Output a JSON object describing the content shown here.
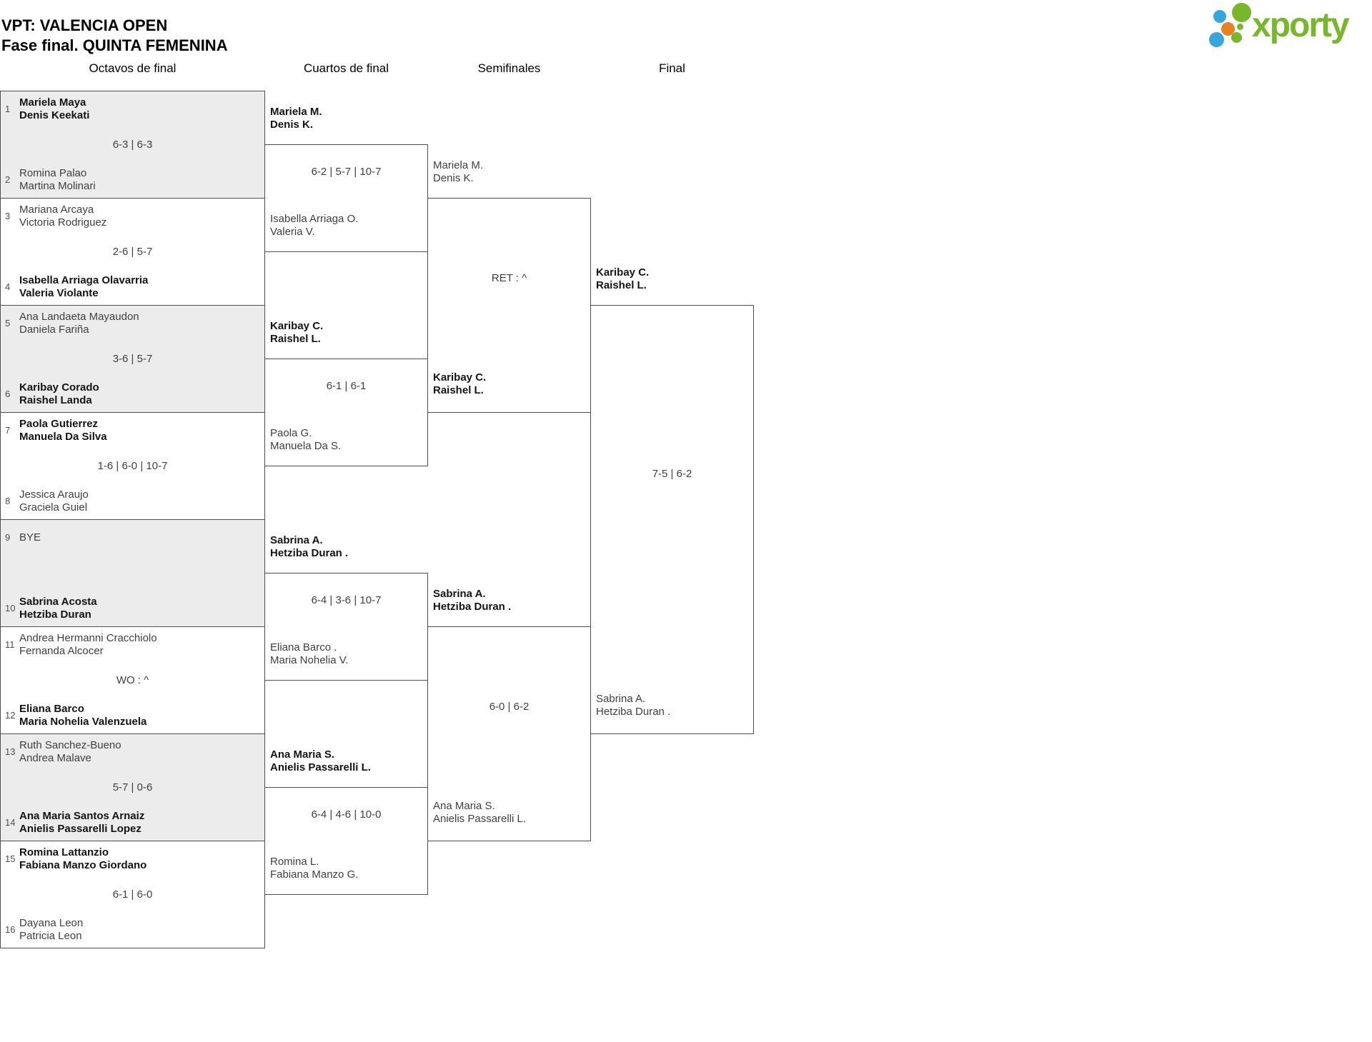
{
  "title": {
    "line1": "VPT: VALENCIA OPEN",
    "line2": "Fase final. QUINTA FEMENINA"
  },
  "logo": {
    "brand": "xporty"
  },
  "colors": {
    "accent_green": "#76b82a",
    "accent_blue": "#34a7df",
    "accent_orange": "#e8821e",
    "bracket_gray": "#ececec",
    "line": "#4f4f4f"
  },
  "rounds": {
    "r16": "Octavos de final",
    "qf": "Cuartos de final",
    "sf": "Semifinales",
    "final": "Final"
  },
  "octavos": [
    {
      "seed_top": "1",
      "team_top": [
        "Mariela Maya",
        "Denis Keekati"
      ],
      "top_winner": true,
      "score": "6-3 | 6-3",
      "seed_bottom": "2",
      "team_bottom": [
        "Romina Palao",
        "Martina Molinari"
      ],
      "bottom_winner": false
    },
    {
      "seed_top": "3",
      "team_top": [
        "Mariana Arcaya",
        "Victoria Rodriguez"
      ],
      "top_winner": false,
      "score": "2-6 | 5-7",
      "seed_bottom": "4",
      "team_bottom": [
        "Isabella Arriaga Olavarria",
        "Valeria Violante"
      ],
      "bottom_winner": true
    },
    {
      "seed_top": "5",
      "team_top": [
        "Ana Landaeta Mayaudon",
        "Daniela Fariña"
      ],
      "top_winner": false,
      "score": "3-6 | 5-7",
      "seed_bottom": "6",
      "team_bottom": [
        "Karibay Corado",
        "Raishel Landa"
      ],
      "bottom_winner": true
    },
    {
      "seed_top": "7",
      "team_top": [
        "Paola Gutierrez",
        "Manuela Da Silva"
      ],
      "top_winner": true,
      "score": "1-6 | 6-0 | 10-7",
      "seed_bottom": "8",
      "team_bottom": [
        "Jessica Araujo",
        "Graciela Guiel"
      ],
      "bottom_winner": false
    },
    {
      "seed_top": "9",
      "team_top": [
        "BYE",
        ""
      ],
      "top_winner": false,
      "score": "",
      "seed_bottom": "10",
      "team_bottom": [
        "Sabrina Acosta",
        "Hetziba Duran"
      ],
      "bottom_winner": true
    },
    {
      "seed_top": "11",
      "team_top": [
        "Andrea Hermanni Cracchiolo",
        "Fernanda Alcocer"
      ],
      "top_winner": false,
      "score": "WO : ^",
      "seed_bottom": "12",
      "team_bottom": [
        "Eliana Barco",
        "Maria Nohelia Valenzuela"
      ],
      "bottom_winner": true
    },
    {
      "seed_top": "13",
      "team_top": [
        "Ruth Sanchez-Bueno",
        "Andrea Malave"
      ],
      "top_winner": false,
      "score": "5-7 | 0-6",
      "seed_bottom": "14",
      "team_bottom": [
        "Ana Maria Santos Arnaiz",
        "Anielis Passarelli Lopez"
      ],
      "bottom_winner": true
    },
    {
      "seed_top": "15",
      "team_top": [
        "Romina Lattanzio",
        "Fabiana Manzo Giordano"
      ],
      "top_winner": true,
      "score": "6-1 | 6-0",
      "seed_bottom": "16",
      "team_bottom": [
        "Dayana Leon",
        "Patricia Leon"
      ],
      "bottom_winner": false
    }
  ],
  "cuartos": [
    {
      "top": [
        "Mariela M.",
        "Denis K."
      ],
      "top_winner": true,
      "score": "6-2 | 5-7 | 10-7",
      "bottom": [
        "Isabella Arriaga O.",
        "Valeria V."
      ],
      "bottom_winner": false
    },
    {
      "top": [
        "Karibay C.",
        "Raishel L."
      ],
      "top_winner": true,
      "score": "6-1 | 6-1",
      "bottom": [
        "Paola G.",
        "Manuela Da S."
      ],
      "bottom_winner": false
    },
    {
      "top": [
        "Sabrina A.",
        "Hetziba Duran ."
      ],
      "top_winner": true,
      "score": "6-4 | 3-6 | 10-7",
      "bottom": [
        "Eliana Barco .",
        "Maria Nohelia V."
      ],
      "bottom_winner": false
    },
    {
      "top": [
        "Ana Maria S.",
        "Anielis Passarelli L."
      ],
      "top_winner": true,
      "score": "6-4 | 4-6 | 10-0",
      "bottom": [
        "Romina L.",
        "Fabiana Manzo G."
      ],
      "bottom_winner": false
    }
  ],
  "semifinales": [
    {
      "top": [
        "Mariela M.",
        "Denis K."
      ],
      "top_winner": false,
      "score": "RET : ^",
      "bottom": [
        "Karibay C.",
        "Raishel L."
      ],
      "bottom_winner": true
    },
    {
      "top": [
        "Sabrina A.",
        "Hetziba Duran ."
      ],
      "top_winner": true,
      "score": "6-0 | 6-2",
      "bottom": [
        "Ana Maria S.",
        "Anielis Passarelli L."
      ],
      "bottom_winner": false
    }
  ],
  "final": {
    "top": [
      "Karibay C.",
      "Raishel L."
    ],
    "top_winner": true,
    "score": "7-5 | 6-2",
    "bottom": [
      "Sabrina A.",
      "Hetziba Duran ."
    ],
    "bottom_winner": false
  }
}
